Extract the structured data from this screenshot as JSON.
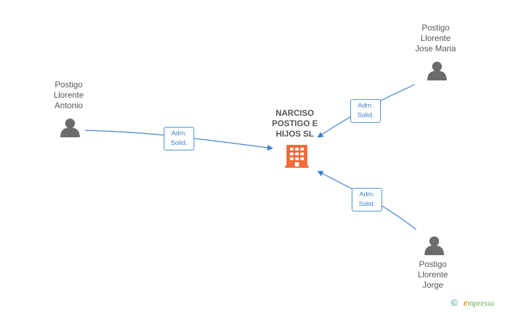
{
  "company": {
    "name_lines": [
      "NARCISO",
      "POSTIGO E",
      "HIJOS SL"
    ],
    "icon": "building-icon",
    "color": "#f26b3a"
  },
  "people": [
    {
      "id": "antonio",
      "name_lines": [
        "Postigo",
        "Llorente",
        "Antonio"
      ],
      "icon": "person-icon"
    },
    {
      "id": "jose-maria",
      "name_lines": [
        "Postigo",
        "Llorente",
        "Jose Maria"
      ],
      "icon": "person-icon"
    },
    {
      "id": "jorge",
      "name_lines": [
        "Postigo",
        "Llorente",
        "Jorge"
      ],
      "icon": "person-icon"
    }
  ],
  "relations": [
    {
      "from": "antonio",
      "role_lines": [
        "Adm.",
        "Solid."
      ]
    },
    {
      "from": "jose-maria",
      "role_lines": [
        "Adm.",
        "Solid."
      ]
    },
    {
      "from": "jorge",
      "role_lines": [
        "Adm.",
        "Solid."
      ]
    }
  ],
  "colors": {
    "edge": "#3c7fd2",
    "person_icon": "#6b6b6b",
    "label_text": "#555555"
  },
  "footer": {
    "copyright_symbol": "©",
    "brand_initial": "e",
    "brand_rest": "mpresia"
  }
}
